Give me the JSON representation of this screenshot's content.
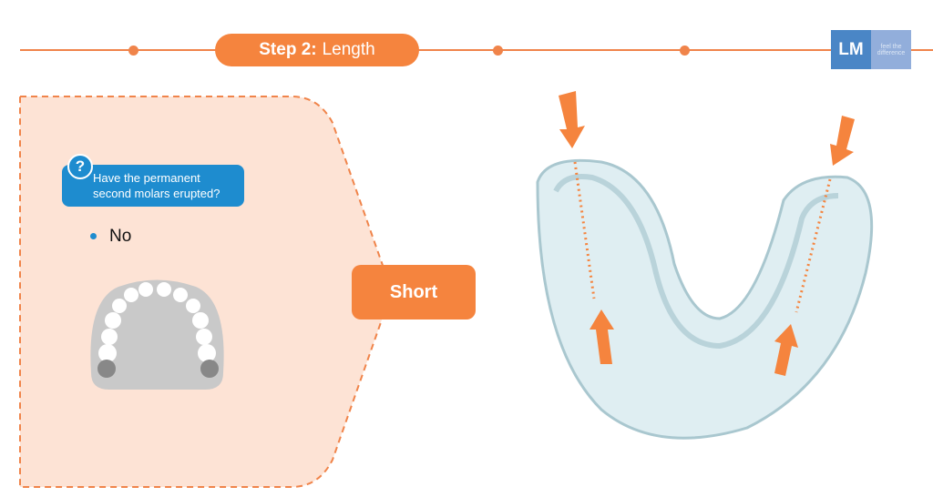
{
  "progress": {
    "step_prefix": "Step 2:",
    "step_name": "Length",
    "total_dots": 4
  },
  "logo": {
    "mark": "LM",
    "tagline": "feel the difference"
  },
  "question": {
    "text_line1": "Have the permanent",
    "text_line2": "second molars erupted?",
    "answer": "No"
  },
  "result": {
    "label": "Short"
  },
  "colors": {
    "accent": "#f5843e",
    "question": "#1e8ccf",
    "panel": "#fde3d5"
  }
}
